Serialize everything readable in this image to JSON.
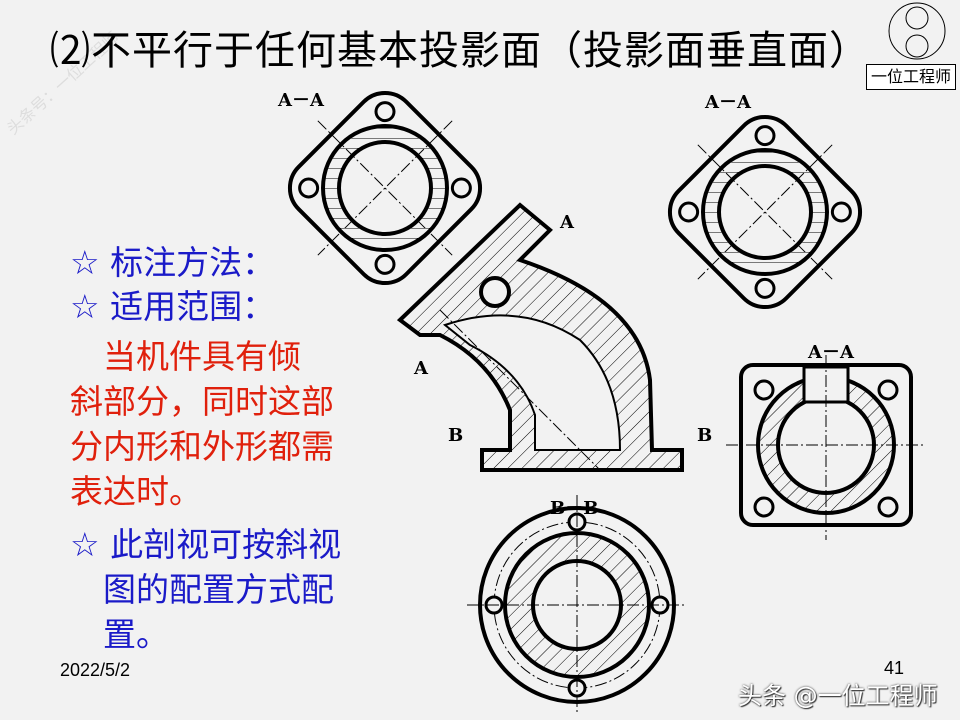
{
  "title": "⑵不平行于任何基本投影面（投影面垂直面）",
  "watermark_diagonal": "头条号：一位工程师",
  "logo_label": "一位工程师",
  "bullets": [
    {
      "text": "☆ 标注方法：",
      "color": "#1a1ac8"
    },
    {
      "text": "☆ 适用范围：",
      "color": "#1a1ac8"
    }
  ],
  "description_lines": [
    "　当机件具有倾",
    "斜部分，同时这部",
    "分内形和外形都需",
    "表达时。"
  ],
  "note_lines": [
    "☆ 此剖视可按斜视",
    "　图的配置方式配",
    "　置。"
  ],
  "drawing_labels": {
    "section_tl": "A－A",
    "section_tr": "A－A",
    "section_r": "A－A",
    "section_b": "B－B",
    "cut_a_top": "A",
    "cut_a_bottom": "A",
    "cut_b_left": "B",
    "cut_b_right": "B"
  },
  "footer": {
    "date": "2022/5/2",
    "page": "41",
    "watermark": "头条 @一位工程师"
  }
}
